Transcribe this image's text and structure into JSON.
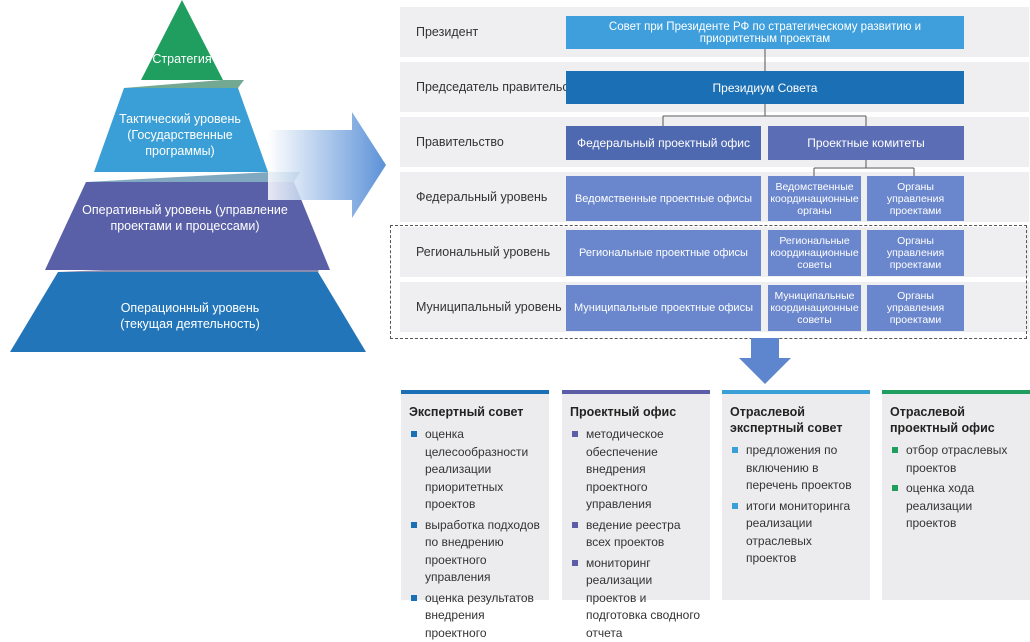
{
  "pyramid": {
    "levels": [
      {
        "label": "Стратегия"
      },
      {
        "label": "Тактический уровень (Государственные программы)"
      },
      {
        "label": "Оперативный уровень (управление проектами и процессами)"
      },
      {
        "label": "Операционный уровень (текущая деятельность)"
      }
    ],
    "colors": [
      "#1f9e5f",
      "#3a9fd6",
      "#5960a8",
      "#2275b8"
    ]
  },
  "org": {
    "rows": [
      {
        "label": "Президент"
      },
      {
        "label": "Председатель правительства"
      },
      {
        "label": "Правительство"
      },
      {
        "label": "Федеральный уровень"
      },
      {
        "label": "Региональный уровень"
      },
      {
        "label": "Муниципальный уровень"
      }
    ],
    "boxes": {
      "council": "Совет при Президенте РФ по стратегическому развитию и приоритетным проектам",
      "presidium": "Президиум Совета",
      "federal_office": "Федеральный проектный офис",
      "project_committees": "Проектные комитеты",
      "dept_offices": "Ведомственные проектные офисы",
      "dept_coord": "Ведомственные координационные органы",
      "mgmt_fed": "Органы управления проектами",
      "reg_offices": "Региональные проектные офисы",
      "reg_coord": "Региональные координационные советы",
      "mgmt_reg": "Органы управления проектами",
      "mun_offices": "Муниципальные проектные офисы",
      "mun_coord": "Муниципальные координационные советы",
      "mgmt_mun": "Органы управления проектами"
    },
    "colors": {
      "light": "#3f9fdc",
      "dark": "#1b6fb5",
      "indigo": "#5b6db5",
      "soft": "#6a86cc"
    }
  },
  "panels": [
    {
      "title": "Экспертный совет",
      "color": "#1b6fb5",
      "items": [
        "оценка целесообразности реализации приоритетных проектов",
        "выработка подходов по внедрению проектного управления",
        "оценка результатов внедрения проектного"
      ]
    },
    {
      "title": "Проектный офис",
      "color": "#5b5ea6",
      "items": [
        "методическое обеспечение внедрения проектного управления",
        "ведение реестра всех проектов",
        "мониторинг реализации проектов и подготовка сводного отчета"
      ]
    },
    {
      "title": "Отраслевой экспертный совет",
      "color": "#3a9fd6",
      "items": [
        "предложения по включению в перечень проектов",
        "итоги мониторинга реализации отраслевых проектов"
      ]
    },
    {
      "title": "Отраслевой проектный офис",
      "color": "#1f9e5f",
      "items": [
        "отбор отраслевых проектов",
        "оценка хода реализации проектов"
      ]
    }
  ]
}
